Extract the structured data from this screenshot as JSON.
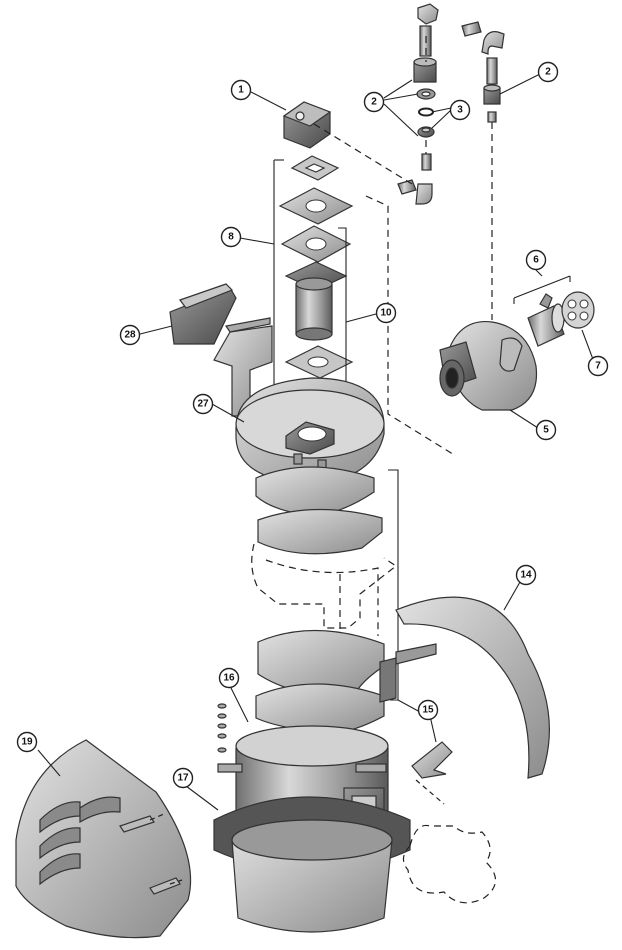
{
  "diagram": {
    "callouts": [
      "1",
      "2",
      "2",
      "3",
      "5",
      "6",
      "7",
      "8",
      "10",
      "14",
      "15",
      "16",
      "17",
      "19",
      "27",
      "28"
    ]
  }
}
